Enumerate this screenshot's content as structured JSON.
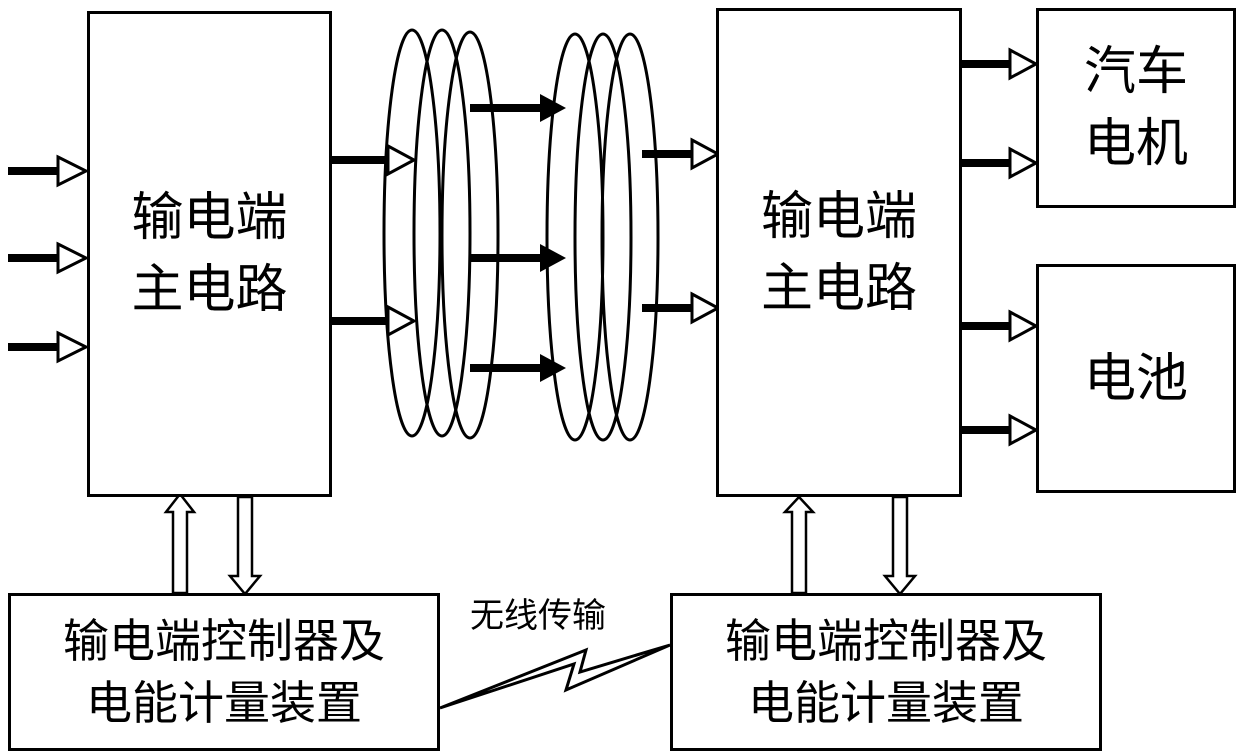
{
  "tx_main": {
    "line1": "输电端",
    "line2": "主电路"
  },
  "rx_main": {
    "line1": "输电端",
    "line2": "主电路"
  },
  "motor": {
    "line1": "汽车",
    "line2": "电机"
  },
  "battery": {
    "label": "电池"
  },
  "tx_ctrl": {
    "line1": "输电端控制器及",
    "line2": "电能计量装置"
  },
  "rx_ctrl": {
    "line1": "输电端控制器及",
    "line2": "电能计量装置"
  },
  "wireless": {
    "label": "无线传输"
  },
  "colors": {
    "stroke": "#000000",
    "background": "#ffffff"
  }
}
